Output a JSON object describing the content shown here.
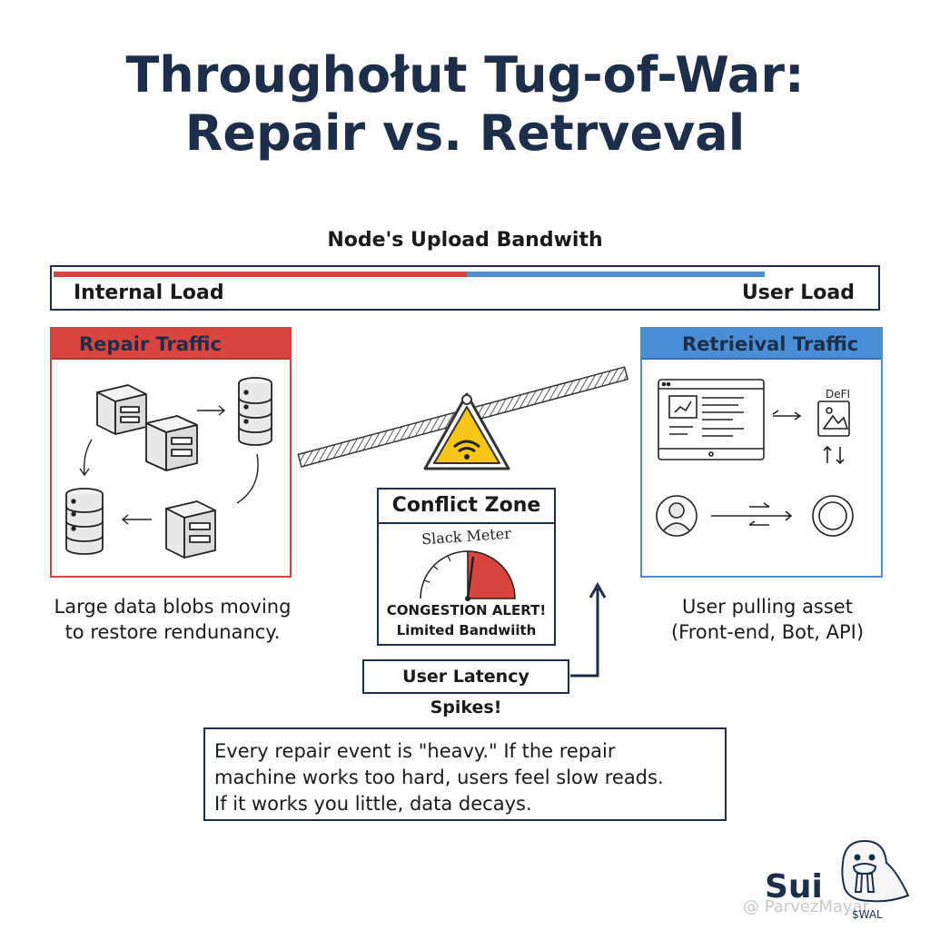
{
  "title": {
    "line1": "Throughołut Tug-of-War:",
    "line2": "Repair vs. Retrveval"
  },
  "bandwidth": {
    "title": "Node's Upload Bandwith",
    "left_label": "Internal Load",
    "right_label": "User Load",
    "internal_share": 0.5,
    "user_share": 0.36
  },
  "repair_panel": {
    "title": "Repair Traffic",
    "caption_line1": "Large data blobs moving",
    "caption_line2": "to restore rendunancy."
  },
  "retrieval_panel": {
    "title": "Retrieival Traffic",
    "defi_label": "DeFI",
    "caption_line1": "User pulling asset",
    "caption_line2": "(Front-end, Bot, API)"
  },
  "conflict": {
    "title": "Conflict Zone",
    "meter_label": "Slack Meter",
    "alert": "CONGESTION ALERT!",
    "sub": "Limited Bandwiith"
  },
  "latency_label": "User Latency Spikes!",
  "note": {
    "line1": "Every repair event is \"heavy.\" If the repair",
    "line2": "machine works too hard, users feel slow reads.",
    "line3": "If it works you little, data decays."
  },
  "branding": {
    "logo": "Sui",
    "token": "$WAL",
    "watermark": "@ ParvezMayar"
  },
  "colors": {
    "repair": "#d9443f",
    "retrieval": "#4a8ed6",
    "navy": "#1c2e4a",
    "warning": "#f5c518"
  }
}
